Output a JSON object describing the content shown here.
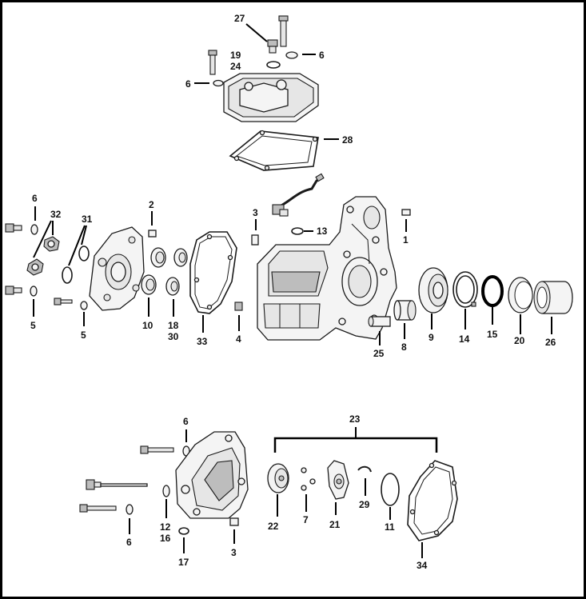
{
  "diagram": {
    "callouts": [
      {
        "id": "c27",
        "text": "27"
      },
      {
        "id": "c19",
        "text": "19"
      },
      {
        "id": "c24",
        "text": "24"
      },
      {
        "id": "c6a",
        "text": "6"
      },
      {
        "id": "c6b",
        "text": "6"
      },
      {
        "id": "c28",
        "text": "28"
      },
      {
        "id": "c6c",
        "text": "6"
      },
      {
        "id": "c32",
        "text": "32"
      },
      {
        "id": "c31",
        "text": "31"
      },
      {
        "id": "c2",
        "text": "2"
      },
      {
        "id": "c3a",
        "text": "3"
      },
      {
        "id": "c13",
        "text": "13"
      },
      {
        "id": "c1",
        "text": "1"
      },
      {
        "id": "c5a",
        "text": "5"
      },
      {
        "id": "c5b",
        "text": "5"
      },
      {
        "id": "c10",
        "text": "10"
      },
      {
        "id": "c18",
        "text": "18"
      },
      {
        "id": "c30",
        "text": "30"
      },
      {
        "id": "c33",
        "text": "33"
      },
      {
        "id": "c4",
        "text": "4"
      },
      {
        "id": "c25",
        "text": "25"
      },
      {
        "id": "c8",
        "text": "8"
      },
      {
        "id": "c9",
        "text": "9"
      },
      {
        "id": "c14",
        "text": "14"
      },
      {
        "id": "c15",
        "text": "15"
      },
      {
        "id": "c20",
        "text": "20"
      },
      {
        "id": "c26",
        "text": "26"
      },
      {
        "id": "c23",
        "text": "23"
      },
      {
        "id": "c6d",
        "text": "6"
      },
      {
        "id": "c12",
        "text": "12"
      },
      {
        "id": "c16",
        "text": "16"
      },
      {
        "id": "c6e",
        "text": "6"
      },
      {
        "id": "c17",
        "text": "17"
      },
      {
        "id": "c3b",
        "text": "3"
      },
      {
        "id": "c22",
        "text": "22"
      },
      {
        "id": "c7",
        "text": "7"
      },
      {
        "id": "c21",
        "text": "21"
      },
      {
        "id": "c29",
        "text": "29"
      },
      {
        "id": "c11",
        "text": "11"
      },
      {
        "id": "c34",
        "text": "34"
      }
    ]
  }
}
